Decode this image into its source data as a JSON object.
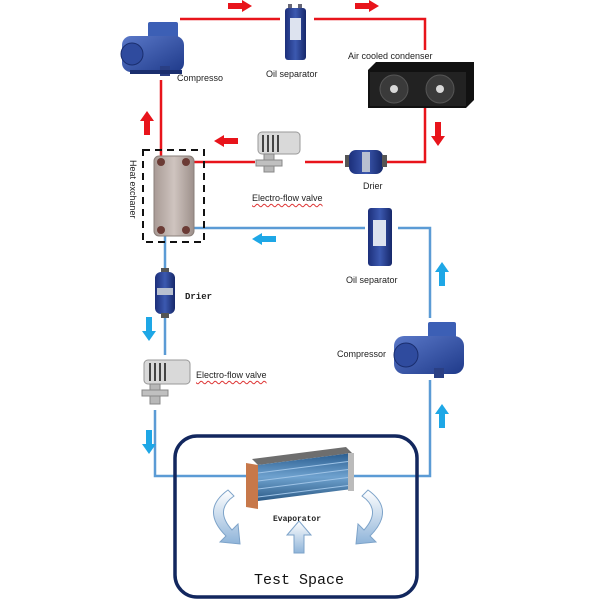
{
  "diagram": {
    "type": "refrigeration-cascade-cycle",
    "colors": {
      "high_stage": "#e8141b",
      "low_stage": "#5b9bd5",
      "flow_arrow_low": "#1ea7e6",
      "enclosure": "#12275e",
      "air_flow": "#8fb4d9"
    },
    "labels": {
      "compressor_top": "Compresso",
      "oil_separator_top": "Oil separator",
      "condenser": "Air cooled condenser",
      "heat_exchanger": "Heat exchaner",
      "valve_top": "Electro-flow valve",
      "drier_top": "Drier",
      "oil_separator_low": "Oil separator",
      "drier_low": "Drier",
      "compressor_low": "Compressor",
      "valve_low": "Electro-flow valve",
      "evaporator": "Evaporator",
      "test_space": "Test Space"
    }
  }
}
